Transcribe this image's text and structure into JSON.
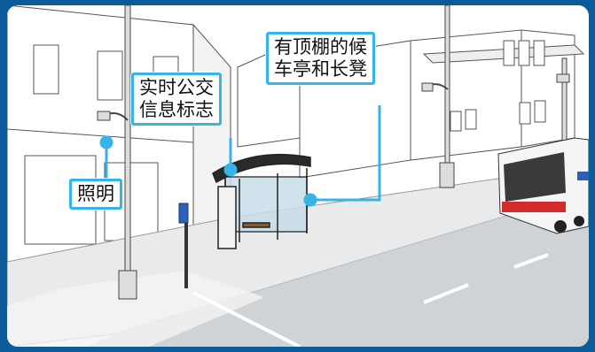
{
  "callouts": {
    "lighting": "照明",
    "transit_info_sign": "实时公交\n信息标志",
    "shelter_bench": "有顶棚的候\n车亭和长凳"
  },
  "colors": {
    "frame": "#0b5b9a",
    "callout_border": "#35b4e8",
    "road": "#cfd3d6",
    "bus_red": "#d42b2b",
    "shelter_glass": "#c8dde8",
    "sign_blue": "#2f5fb5"
  }
}
